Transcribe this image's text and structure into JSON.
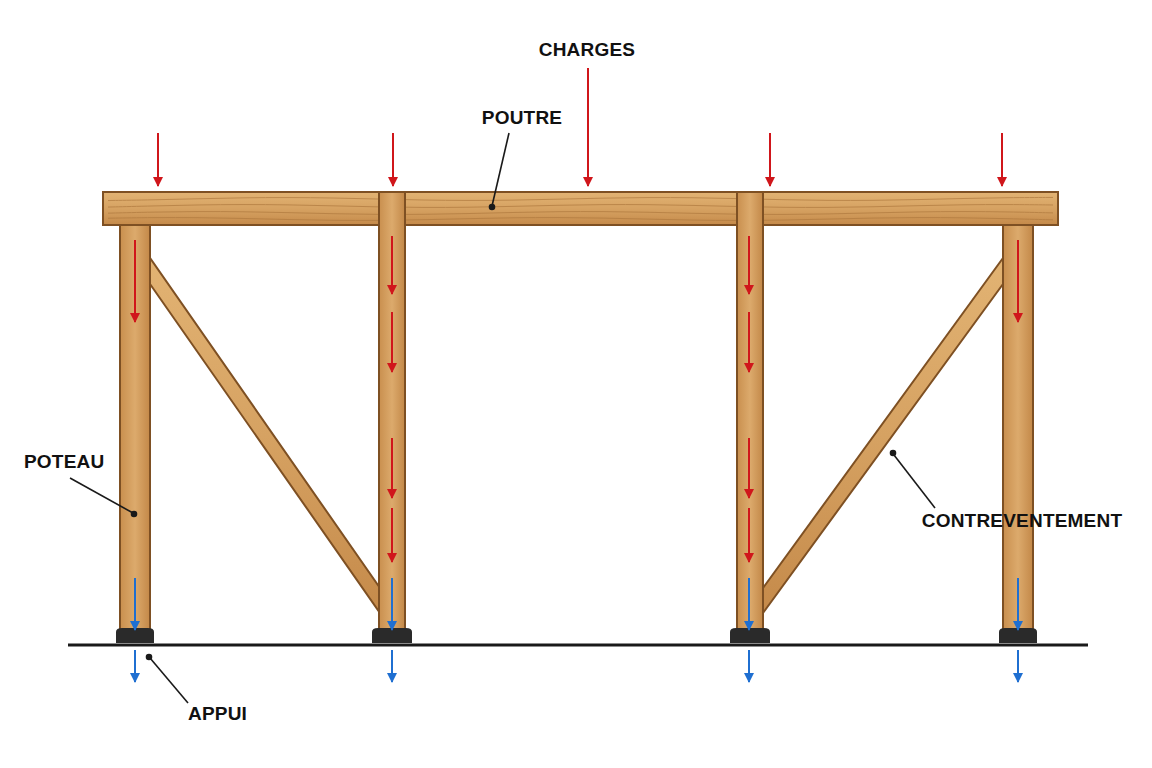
{
  "diagram": {
    "labels": [
      "CHARGES",
      "POUTRE",
      "POTEAU",
      "CONTREVENTEMENT",
      "APPUI"
    ]
  }
}
